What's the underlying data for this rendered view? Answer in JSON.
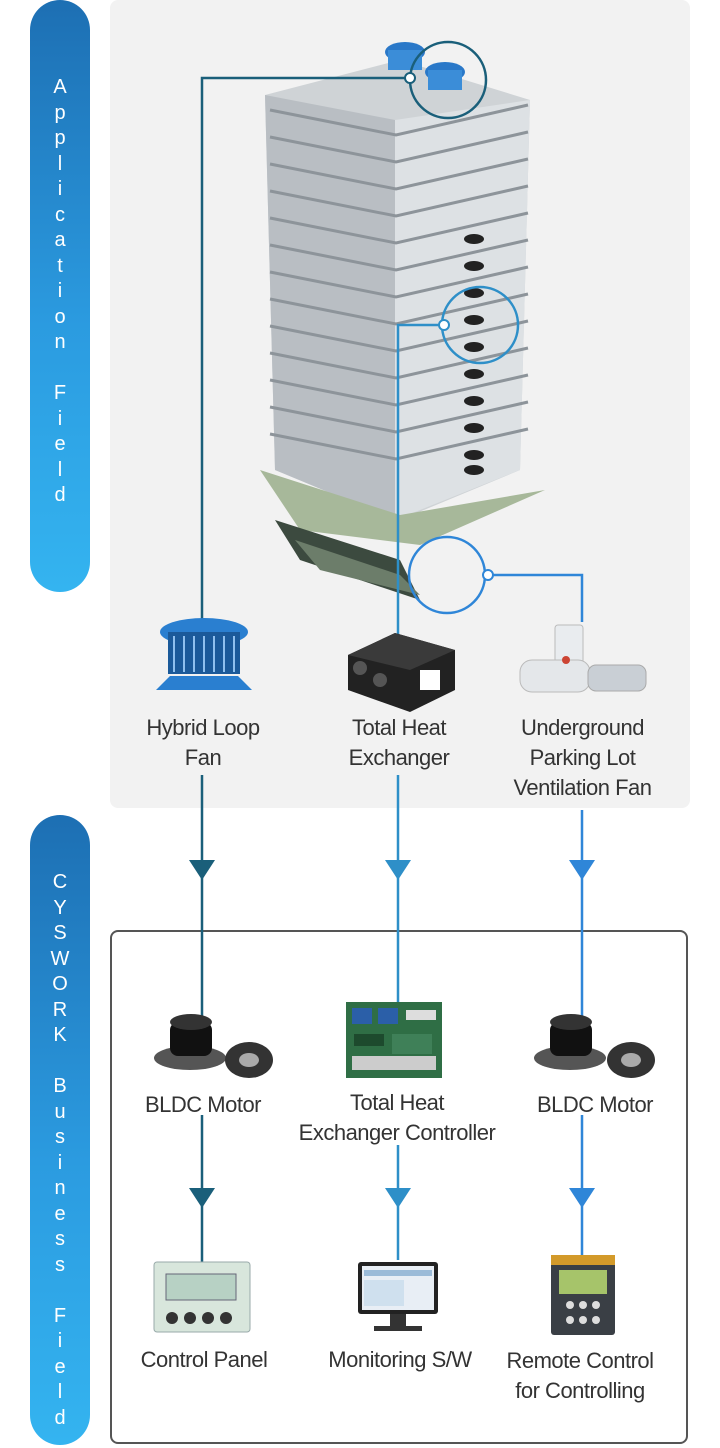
{
  "application_field_label": "Application Field",
  "business_field_label": "CYSWORK Business Field",
  "application_items": [
    {
      "label_line1": "Hybrid Loop",
      "label_line2": "Fan",
      "label_line3": ""
    },
    {
      "label_line1": "Total Heat",
      "label_line2": "Exchanger",
      "label_line3": ""
    },
    {
      "label_line1": "Underground",
      "label_line2": "Parking Lot",
      "label_line3": "Ventilation Fan"
    }
  ],
  "business_row1": [
    {
      "label_line1": "BLDC Motor",
      "label_line2": ""
    },
    {
      "label_line1": "Total Heat",
      "label_line2": "Exchanger Controller"
    },
    {
      "label_line1": "BLDC Motor",
      "label_line2": ""
    }
  ],
  "business_row2": [
    {
      "label_line1": "Control Panel",
      "label_line2": ""
    },
    {
      "label_line1": "Monitoring S/W",
      "label_line2": ""
    },
    {
      "label_line1": "Remote Control",
      "label_line2": "for Controlling"
    }
  ],
  "colors": {
    "dark_teal": "#1a5f7a",
    "mid_blue": "#2e8fc8",
    "bright_blue": "#2f86d8",
    "pill_top": "#1d6fb3",
    "pill_bottom": "#34b4f0"
  },
  "icons": [
    "building-icon",
    "hybrid-loop-fan-icon",
    "heat-exchanger-icon",
    "parking-fan-icon",
    "bldc-motor-icon",
    "controller-board-icon",
    "control-panel-icon",
    "monitor-icon",
    "remote-control-icon"
  ]
}
